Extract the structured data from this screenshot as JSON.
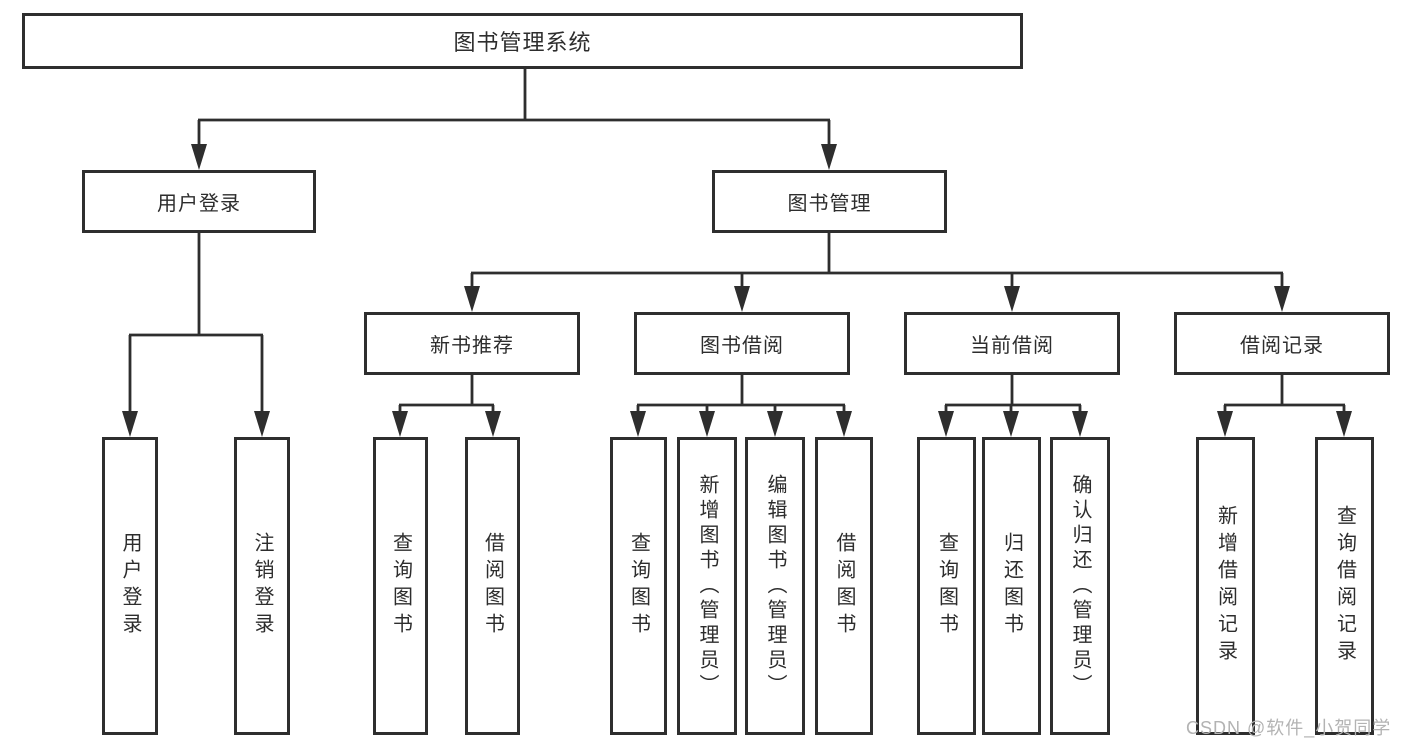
{
  "diagram": {
    "type": "hierarchy-tree",
    "tree": {
      "root": {
        "label": "图书管理系统"
      },
      "level2": [
        {
          "id": "user-login",
          "label": "用户登录"
        },
        {
          "id": "book-management",
          "label": "图书管理"
        }
      ],
      "level3": [
        {
          "id": "new-book-recommend",
          "parent": "book-management",
          "label": "新书推荐"
        },
        {
          "id": "book-borrow",
          "parent": "book-management",
          "label": "图书借阅"
        },
        {
          "id": "current-borrow",
          "parent": "book-management",
          "label": "当前借阅"
        },
        {
          "id": "borrow-records",
          "parent": "book-management",
          "label": "借阅记录"
        }
      ],
      "leaves": [
        {
          "parent": "user-login",
          "label": "用户登录"
        },
        {
          "parent": "user-login",
          "label": "注销登录"
        },
        {
          "parent": "new-book-recommend",
          "label": "查询图书"
        },
        {
          "parent": "new-book-recommend",
          "label": "借阅图书"
        },
        {
          "parent": "book-borrow",
          "label": "查询图书"
        },
        {
          "parent": "book-borrow",
          "label": "新增图书（管理员）"
        },
        {
          "parent": "book-borrow",
          "label": "编辑图书（管理员）"
        },
        {
          "parent": "book-borrow",
          "label": "借阅图书"
        },
        {
          "parent": "current-borrow",
          "label": "查询图书"
        },
        {
          "parent": "current-borrow",
          "label": "归还图书"
        },
        {
          "parent": "current-borrow",
          "label": "确认归还（管理员）"
        },
        {
          "parent": "borrow-records",
          "label": "新增借阅记录"
        },
        {
          "parent": "borrow-records",
          "label": "查询借阅记录"
        }
      ]
    },
    "colors": {
      "line": "#2e2e2e",
      "box_border": "#2e2e2e",
      "box_fill": "#ffffff",
      "text": "#2d2d2d",
      "watermark": "#b3b3b3",
      "background": "#ffffff"
    },
    "watermark": "CSDN @软件_小贺同学"
  }
}
